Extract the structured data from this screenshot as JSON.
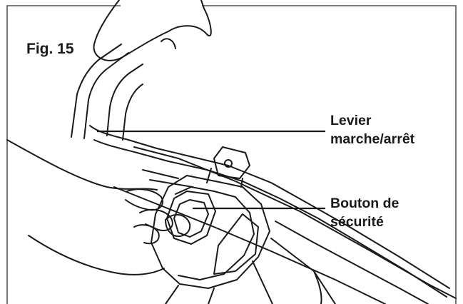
{
  "figure": {
    "label": "Fig. 15",
    "callouts": [
      {
        "lines": [
          "Levier",
          "marche/arrêt"
        ]
      },
      {
        "lines": [
          "Bouton de",
          "sécurité"
        ]
      }
    ],
    "colors": {
      "stroke": "#1a1a1a",
      "frame": "#555555",
      "background": "#ffffff"
    }
  }
}
